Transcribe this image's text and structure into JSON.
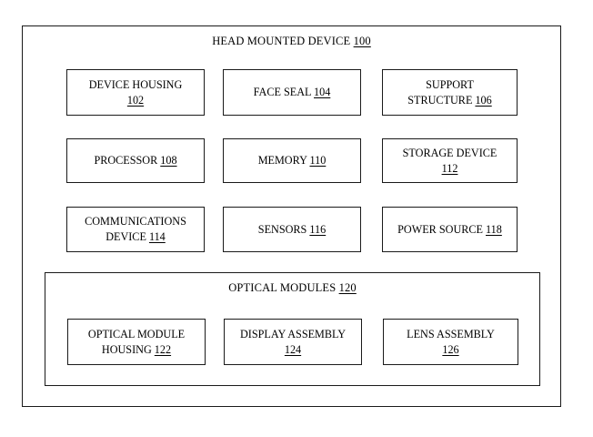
{
  "diagram": {
    "type": "block-diagram",
    "title": "HEAD MOUNTED DEVICE",
    "title_ref": "100",
    "background_color": "#ffffff",
    "line_color": "#1a1a1a",
    "text_color": "#000000",
    "components": [
      {
        "line1": "DEVICE HOUSING",
        "line2": "",
        "ref": "102",
        "ref_on_line": 2
      },
      {
        "line1": "FACE SEAL",
        "line2": "",
        "ref": "104",
        "ref_on_line": 1
      },
      {
        "line1": "SUPPORT",
        "line2": "STRUCTURE",
        "ref": "106",
        "ref_on_line": 2
      },
      {
        "line1": "PROCESSOR",
        "line2": "",
        "ref": "108",
        "ref_on_line": 1
      },
      {
        "line1": "MEMORY",
        "line2": "",
        "ref": "110",
        "ref_on_line": 1
      },
      {
        "line1": "STORAGE DEVICE",
        "line2": "",
        "ref": "112",
        "ref_on_line": 2
      },
      {
        "line1": "COMMUNICATIONS",
        "line2": "DEVICE",
        "ref": "114",
        "ref_on_line": 2
      },
      {
        "line1": "SENSORS",
        "line2": "",
        "ref": "116",
        "ref_on_line": 1
      },
      {
        "line1": "POWER SOURCE",
        "line2": "",
        "ref": "118",
        "ref_on_line": 1
      }
    ],
    "labels": {
      "device_housing": "DEVICE HOUSING",
      "device_housing_ref": "102",
      "face_seal": "FACE SEAL",
      "face_seal_ref": "104",
      "support_structure_l1": "SUPPORT",
      "support_structure_l2": "STRUCTURE",
      "support_structure_ref": "106",
      "processor": "PROCESSOR",
      "processor_ref": "108",
      "memory": "MEMORY",
      "memory_ref": "110",
      "storage_device": "STORAGE DEVICE",
      "storage_device_ref": "112",
      "communications_device_l1": "COMMUNICATIONS",
      "communications_device_l2": "DEVICE",
      "communications_device_ref": "114",
      "sensors": "SENSORS",
      "sensors_ref": "116",
      "power_source": "POWER SOURCE",
      "power_source_ref": "118"
    },
    "optical_modules": {
      "title": "OPTICAL MODULES",
      "title_ref": "120",
      "labels": {
        "optical_module_housing_l1": "OPTICAL MODULE",
        "optical_module_housing_l2": "HOUSING",
        "optical_module_housing_ref": "122",
        "display_assembly": "DISPLAY ASSEMBLY",
        "display_assembly_ref": "124",
        "lens_assembly": "LENS ASSEMBLY",
        "lens_assembly_ref": "126"
      }
    }
  }
}
